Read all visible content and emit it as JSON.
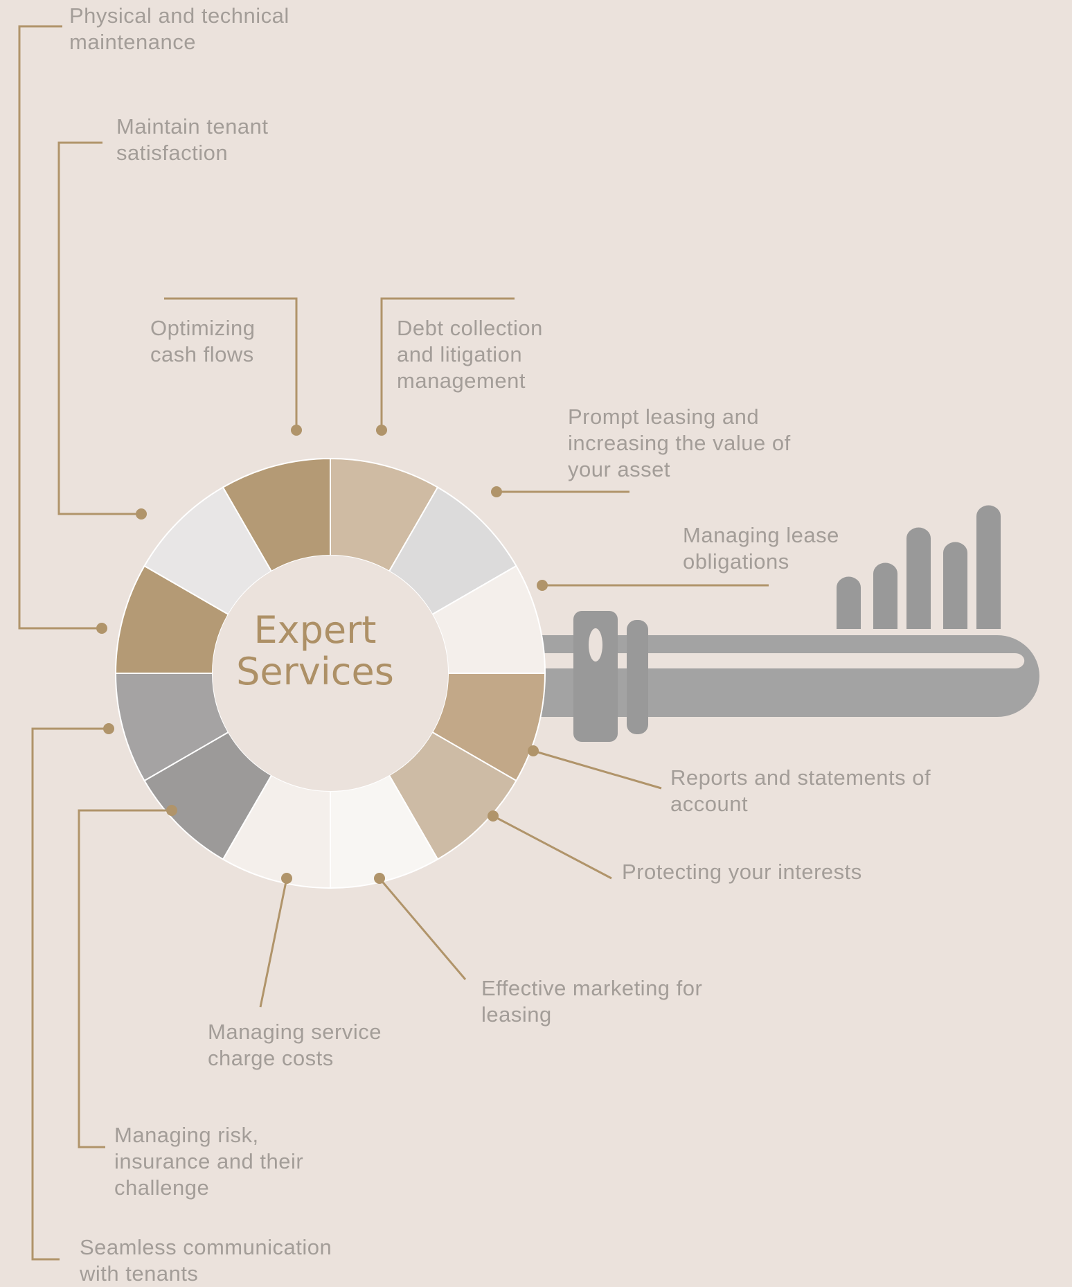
{
  "center": {
    "line1": "Expert",
    "line2": "Services"
  },
  "labels": {
    "physical": [
      "Physical and technical",
      "maintenance"
    ],
    "tenant_satisfaction": [
      "Maintain tenant",
      "satisfaction"
    ],
    "cash_flows": [
      "Optimizing",
      "cash flows"
    ],
    "debt_collection": [
      "Debt collection",
      "and litigation",
      "management"
    ],
    "prompt_leasing": [
      "Prompt leasing and",
      "increasing the value of",
      "your asset"
    ],
    "lease_obligations": [
      "Managing lease",
      "obligations"
    ],
    "reports": [
      "Reports and statements of",
      "account"
    ],
    "protecting": [
      "Protecting your interests"
    ],
    "marketing": [
      "Effective marketing for",
      "leasing"
    ],
    "service_charge": [
      "Managing service",
      "charge costs"
    ],
    "risk": [
      "Managing risk,",
      "insurance and their",
      "challenge"
    ],
    "communication": [
      "Seamless communication",
      "with tenants"
    ]
  },
  "colors": {
    "background": "#ebe2dc",
    "accent": "#ad9066",
    "line": "#b0946a",
    "label_text": "#a39d98",
    "key_grey": "#a3a3a3",
    "key_dark": "#999999"
  },
  "icons": {
    "key": "key-icon",
    "bars": "bar-chart-icon"
  }
}
